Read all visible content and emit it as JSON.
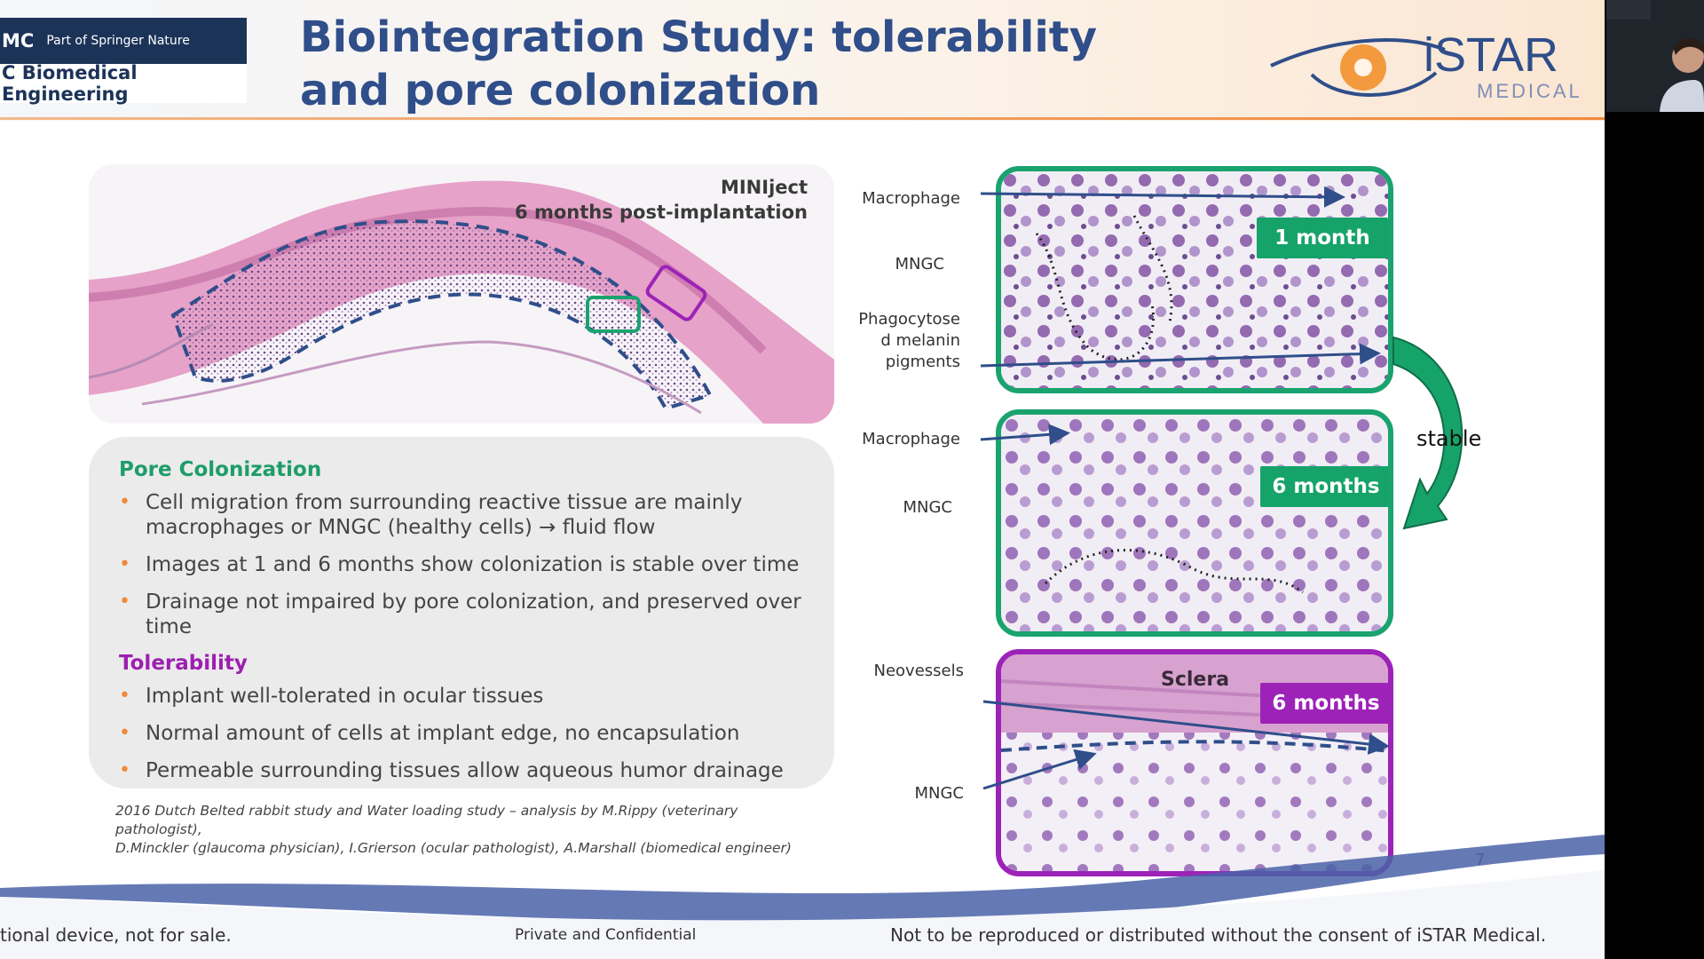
{
  "header": {
    "bmc_logo_text": "MC",
    "springer_text": "Part of Springer Nature",
    "journal_text": "C Biomedical Engineering",
    "title": "Biointegration Study: tolerability and pore colonization",
    "istar_brand": "iSTAR",
    "istar_sub": "MEDICAL"
  },
  "histology": {
    "caption_line1": "MINIject",
    "caption_line2": "6 months post-implantation"
  },
  "text_box": {
    "pore_heading": "Pore Colonization",
    "pore_bullets": [
      "Cell migration from surrounding reactive tissue are mainly macrophages or MNGC (healthy cells) → fluid flow",
      "Images at 1 and 6 months show colonization is stable over time",
      "Drainage not impaired by pore colonization, and preserved over time"
    ],
    "tol_heading": "Tolerability",
    "tol_bullets": [
      "Implant well-tolerated in ocular tissues",
      "Normal amount of cells at implant edge, no encapsulation",
      "Permeable surrounding tissues allow aqueous humor drainage"
    ],
    "bullet_glyph": "•"
  },
  "citation": {
    "line1": "2016 Dutch Belted rabbit study and Water loading study – analysis by M.Rippy (veterinary pathologist),",
    "line2": "D.Minckler (glaucoma physician), I.Grierson (ocular pathologist), A.Marshall (biomedical engineer)"
  },
  "micrographs": {
    "panel1": {
      "tag": "1 month",
      "labels": [
        "Macrophage",
        "MNGC",
        "Phagocytose",
        "d melanin",
        "pigments"
      ]
    },
    "panel2": {
      "tag": "6 months",
      "labels": [
        "Macrophage",
        "MNGC"
      ]
    },
    "panel3": {
      "tag": "6 months",
      "sclera": "Sclera",
      "labels": [
        "Neovessels",
        "MNGC"
      ]
    },
    "stable": "stable"
  },
  "page_number": "7",
  "footer": {
    "left": "tional device, not for sale.",
    "center": "Private and Confidential",
    "right": "Not to be reproduced or distributed without the consent of iSTAR Medical."
  },
  "colors": {
    "title_blue": "#2f4e8a",
    "green": "#1aa36f",
    "purple": "#9d22b8",
    "orange": "#f0893a"
  }
}
